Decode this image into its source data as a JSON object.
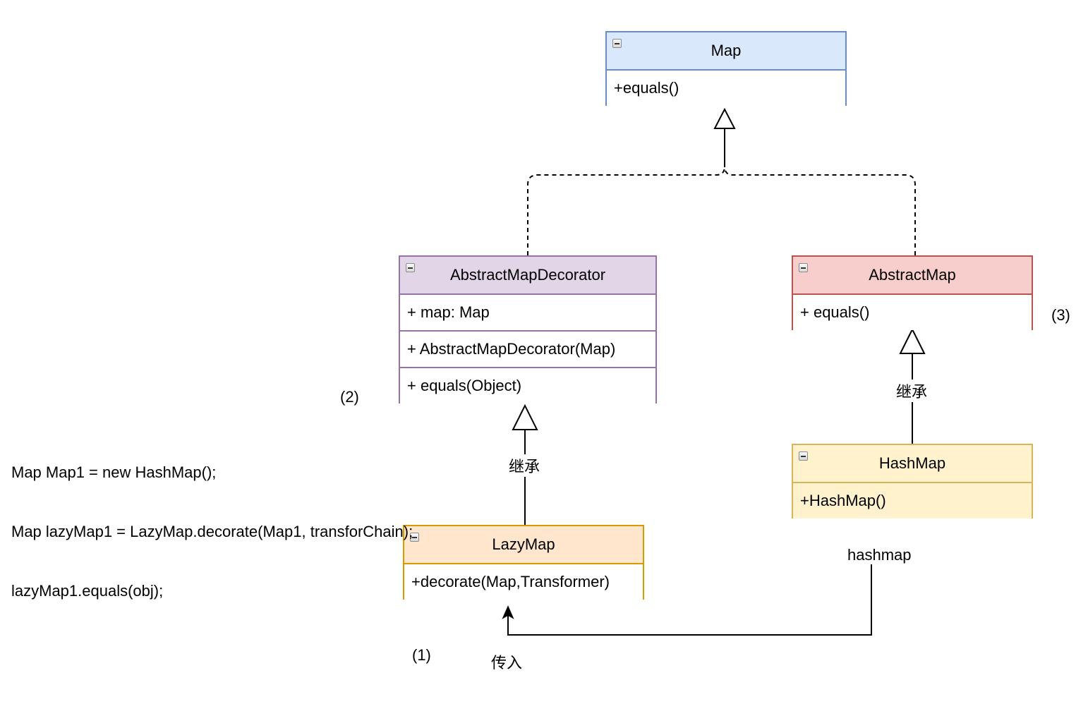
{
  "classes": {
    "map": {
      "name": "Map",
      "members": [
        "+equals()"
      ],
      "fill": "#dae8fc",
      "stroke": "#6c8ebf"
    },
    "abstract_map_decorator": {
      "name": "AbstractMapDecorator",
      "members": [
        "+ map: Map",
        "+ AbstractMapDecorator(Map)",
        "+ equals(Object)"
      ],
      "fill": "#e1d5e7",
      "stroke": "#9673a6"
    },
    "abstract_map": {
      "name": "AbstractMap",
      "members": [
        "+ equals()"
      ],
      "fill": "#f8cecc",
      "stroke": "#b85450"
    },
    "hash_map": {
      "name": "HashMap",
      "members": [
        "+HashMap()"
      ],
      "fill": "#fff2cc",
      "stroke": "#d6b656"
    },
    "lazy_map": {
      "name": "LazyMap",
      "members": [
        "+decorate(Map,Transformer)"
      ],
      "fill": "#ffe6cc",
      "stroke": "#d79b00"
    }
  },
  "edge_labels": {
    "inherit_left": "继承",
    "inherit_right": "继承",
    "hashmap": "hashmap",
    "pass_in": "传入"
  },
  "step_labels": {
    "step1": "(1)",
    "step2": "(2)",
    "step3": "(3)"
  },
  "code_lines": [
    "Map Map1 = new HashMap();",
    "Map lazyMap1 = LazyMap.decorate(Map1, transforChain);",
    "lazyMap1.equals(obj);"
  ]
}
